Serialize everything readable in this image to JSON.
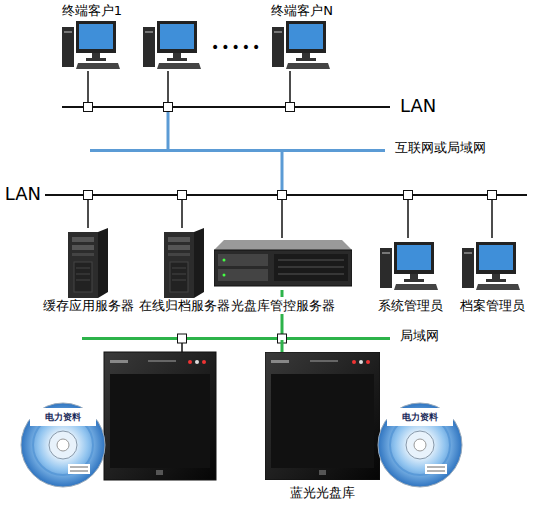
{
  "diagram": {
    "nodes": [
      {
        "text": [
          "终端客户1"
        ]
      },
      {
        "text": [
          "终端客户N"
        ]
      },
      {
        "text": [
          "LAN"
        ]
      },
      {
        "text": [
          "互联网或局域网"
        ]
      },
      {
        "text": [
          "LAN"
        ]
      },
      {
        "text": [
          "缓存应用服务器"
        ]
      },
      {
        "text": [
          "在线归档服务器"
        ]
      },
      {
        "text": [
          "光盘库管控服务器"
        ]
      },
      {
        "text": [
          "系统管理员"
        ]
      },
      {
        "text": [
          "档案管理员"
        ]
      },
      {
        "text": [
          "局域网"
        ]
      },
      {
        "text": [
          "蓝光光盘库"
        ]
      },
      {
        "text": [
          "电力资料"
        ]
      },
      {
        "text": [
          "电力资料"
        ]
      }
    ],
    "edges": [
      {
        "from": 0,
        "to": 2,
        "arrow": "none"
      },
      {
        "from": 1,
        "to": 2,
        "arrow": "none"
      },
      {
        "from": 2,
        "to": 3,
        "arrow": "none"
      },
      {
        "from": 3,
        "to": 4,
        "arrow": "none"
      },
      {
        "from": 5,
        "to": 4,
        "arrow": "none"
      },
      {
        "from": 6,
        "to": 4,
        "arrow": "none"
      },
      {
        "from": 7,
        "to": 4,
        "arrow": "none"
      },
      {
        "from": 8,
        "to": 4,
        "arrow": "none"
      },
      {
        "from": 9,
        "to": 4,
        "arrow": "none"
      },
      {
        "from": 7,
        "to": 10,
        "arrow": "none"
      },
      {
        "from": 11,
        "to": 10,
        "arrow": "none"
      }
    ],
    "labels": [
      "•••••"
    ]
  }
}
